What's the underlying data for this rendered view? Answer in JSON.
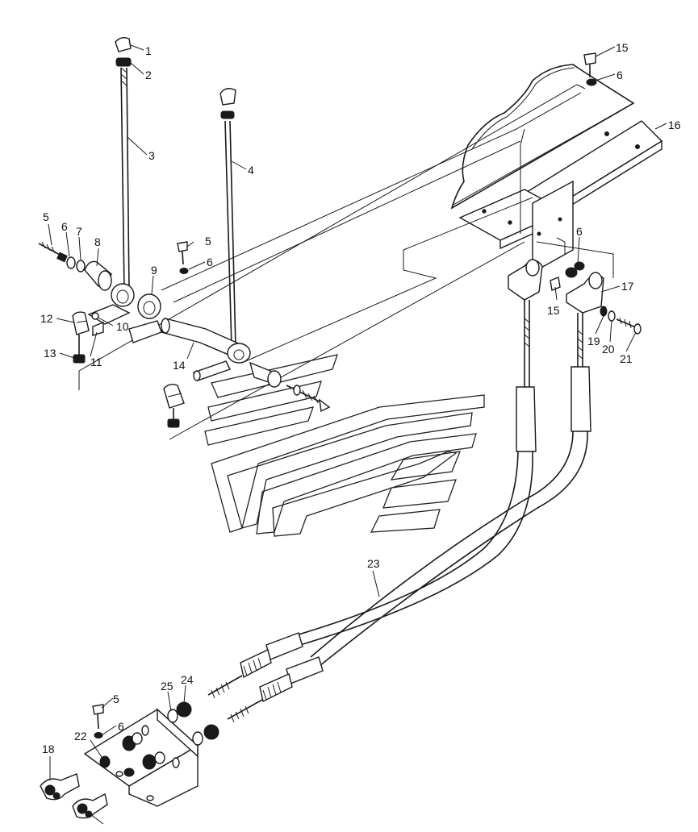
{
  "diagram": {
    "labels": [
      {
        "id": "1",
        "text": "1"
      },
      {
        "id": "2",
        "text": "2"
      },
      {
        "id": "3",
        "text": "3"
      },
      {
        "id": "4",
        "text": "4"
      },
      {
        "id": "5a",
        "text": "5"
      },
      {
        "id": "6a",
        "text": "6"
      },
      {
        "id": "7",
        "text": "7"
      },
      {
        "id": "8",
        "text": "8"
      },
      {
        "id": "5b",
        "text": "5"
      },
      {
        "id": "6b",
        "text": "6"
      },
      {
        "id": "9",
        "text": "9"
      },
      {
        "id": "10",
        "text": "10"
      },
      {
        "id": "11",
        "text": "11"
      },
      {
        "id": "12",
        "text": "12"
      },
      {
        "id": "13",
        "text": "13"
      },
      {
        "id": "14",
        "text": "14"
      },
      {
        "id": "15a",
        "text": "15"
      },
      {
        "id": "6c",
        "text": "6"
      },
      {
        "id": "16",
        "text": "16"
      },
      {
        "id": "6d",
        "text": "6"
      },
      {
        "id": "15b",
        "text": "15"
      },
      {
        "id": "17",
        "text": "17"
      },
      {
        "id": "19",
        "text": "19"
      },
      {
        "id": "20",
        "text": "20"
      },
      {
        "id": "21",
        "text": "21"
      },
      {
        "id": "23",
        "text": "23"
      },
      {
        "id": "25",
        "text": "25"
      },
      {
        "id": "24",
        "text": "24"
      },
      {
        "id": "5c",
        "text": "5"
      },
      {
        "id": "6e",
        "text": "6"
      },
      {
        "id": "22",
        "text": "22"
      },
      {
        "id": "18",
        "text": "18"
      }
    ]
  }
}
